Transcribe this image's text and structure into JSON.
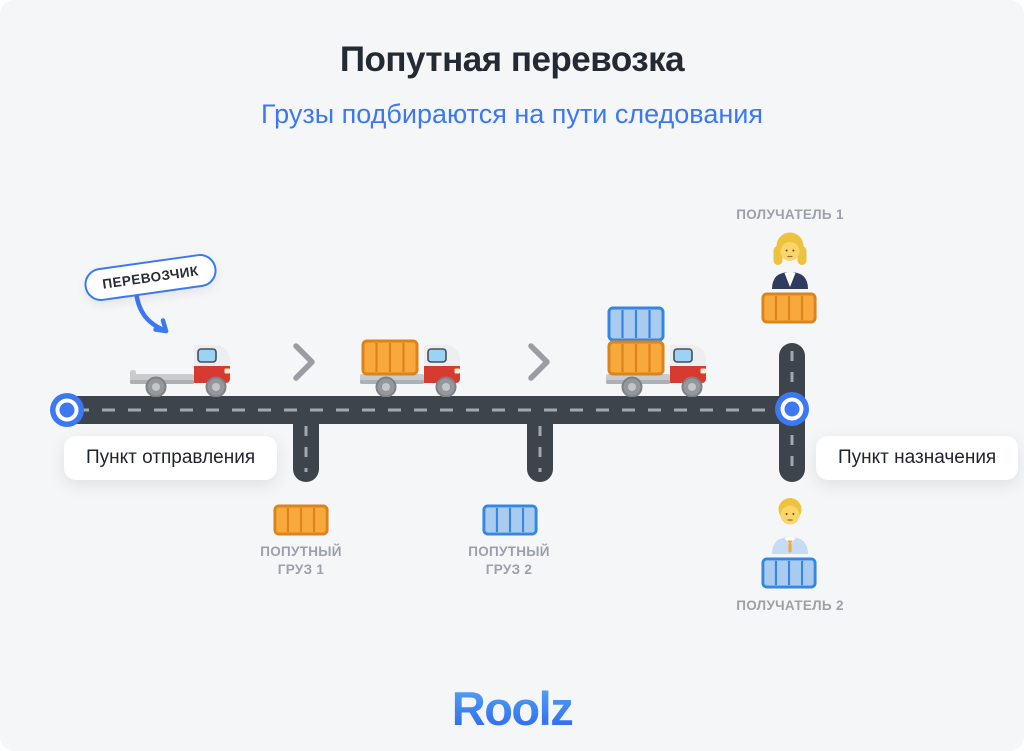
{
  "header": {
    "title": "Попутная перевозка",
    "subtitle": "Грузы подбираются на пути следования"
  },
  "diagram": {
    "carrier_callout": "ПЕРЕВОЗЧИК",
    "origin_label": "Пункт отправления",
    "destination_label": "Пункт назначения",
    "receiver1_label": "ПОЛУЧАТЕЛЬ 1",
    "receiver2_label": "ПОЛУЧАТЕЛЬ 2",
    "cargo1_label": "ПОПУТНЫЙ\nГРУЗ 1",
    "cargo2_label": "ПОПУТНЫЙ\nГРУЗ 2",
    "icons": {
      "truck_1": "empty flatbed truck",
      "truck_2": "truck with orange container",
      "truck_3": "truck with orange and blue containers",
      "receiver_1": "woman office worker",
      "receiver_2": "man office worker",
      "cargo_1": "orange container",
      "cargo_2": "blue container"
    }
  },
  "footer": {
    "logo": "Roolz"
  },
  "colors": {
    "accent_blue": "#3B78F2",
    "road": "#3E444B",
    "dash": "#A3A8AE",
    "muted": "#9BA1A9",
    "title": "#242A33",
    "bg": "#F5F6F7",
    "pill_text": "#20262E",
    "orange_container": "#F7A93C",
    "orange_container_border": "#DC831C",
    "blue_container": "#A9CBEF",
    "blue_container_border": "#3687E2"
  }
}
